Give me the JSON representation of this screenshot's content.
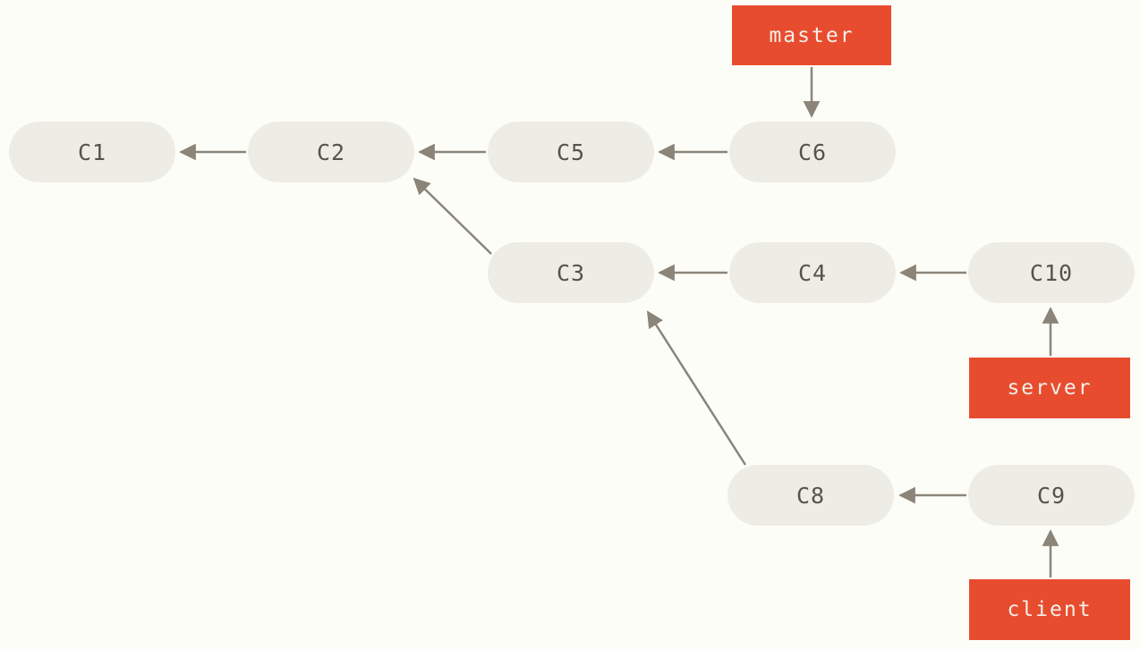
{
  "diagram": {
    "type": "git-commit-graph",
    "commits": [
      {
        "id": "C1",
        "label": "C1",
        "parents": []
      },
      {
        "id": "C2",
        "label": "C2",
        "parents": [
          "C1"
        ]
      },
      {
        "id": "C5",
        "label": "C5",
        "parents": [
          "C2"
        ]
      },
      {
        "id": "C6",
        "label": "C6",
        "parents": [
          "C5"
        ]
      },
      {
        "id": "C3",
        "label": "C3",
        "parents": [
          "C2"
        ]
      },
      {
        "id": "C4",
        "label": "C4",
        "parents": [
          "C3"
        ]
      },
      {
        "id": "C10",
        "label": "C10",
        "parents": [
          "C4"
        ]
      },
      {
        "id": "C8",
        "label": "C8",
        "parents": [
          "C3"
        ]
      },
      {
        "id": "C9",
        "label": "C9",
        "parents": [
          "C8"
        ]
      }
    ],
    "branches": [
      {
        "name": "master",
        "points_to": "C6"
      },
      {
        "name": "server",
        "points_to": "C10"
      },
      {
        "name": "client",
        "points_to": "C9"
      }
    ],
    "edges": [
      "C2->C1",
      "C5->C2",
      "C6->C5",
      "master->C6",
      "C3->C2",
      "C4->C3",
      "C10->C4",
      "server->C10",
      "C8->C3",
      "C9->C8",
      "client->C9"
    ],
    "colors": {
      "background": "#fdfdf8",
      "commit_fill": "#eeede5",
      "commit_text": "#57534c",
      "branch_fill": "#e84c2e",
      "branch_text": "#f3f0ea",
      "arrow": "#8b8579"
    }
  }
}
